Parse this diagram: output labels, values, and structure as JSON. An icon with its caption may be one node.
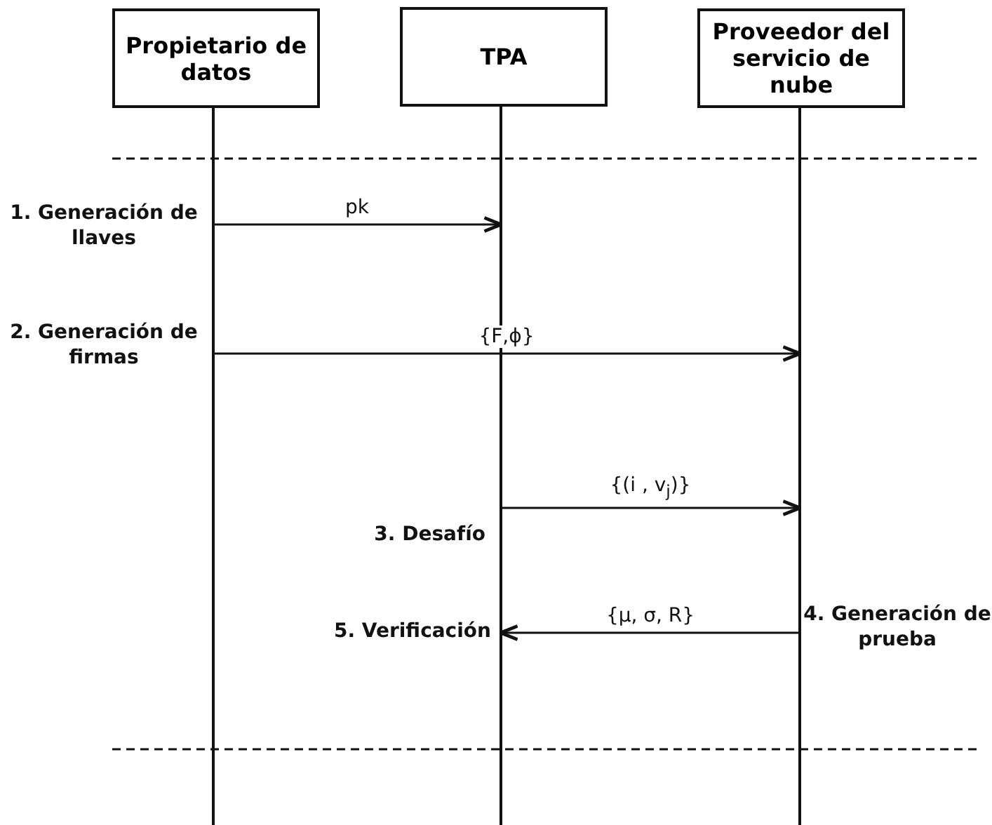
{
  "diagram": {
    "nodes": [
      {
        "text": [
          "Propietario de datos"
        ]
      },
      {
        "text": [
          "TPA"
        ]
      },
      {
        "text": [
          "Proveedor del servicio de nube"
        ]
      },
      {
        "text": [],
        "shape": "bar"
      },
      {
        "text": [],
        "shape": "bar"
      },
      {
        "text": [],
        "shape": "bar"
      }
    ],
    "edges": [
      {
        "from": 3,
        "to": 4,
        "arrow": "to",
        "label": "pk"
      },
      {
        "from": 3,
        "to": 5,
        "arrow": "to",
        "label": "{F,ϕ}"
      },
      {
        "from": 4,
        "to": 5,
        "arrow": "to",
        "label": "{(i , v$_{j}$)}"
      },
      {
        "from": 5,
        "to": 4,
        "arrow": "to",
        "label": "{μ, σ, R}"
      }
    ],
    "labels": [
      "1. Generación de llaves",
      "2. Generación de firmas",
      "3. Desafío",
      "4. Generación de prueba",
      "5. Verificación"
    ]
  }
}
